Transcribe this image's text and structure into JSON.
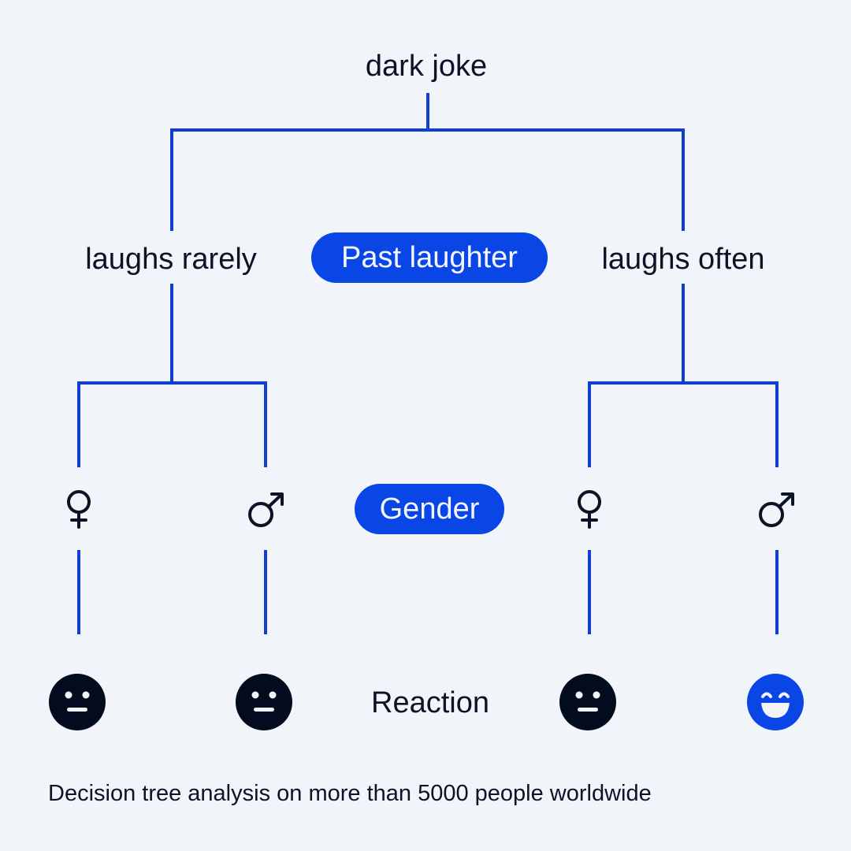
{
  "root": {
    "label": "dark joke"
  },
  "level1": {
    "feature": "Past laughter",
    "branches": [
      {
        "label": "laughs rarely"
      },
      {
        "label": "laughs often"
      }
    ]
  },
  "level2": {
    "feature": "Gender",
    "branches": [
      {
        "icon": "female-icon"
      },
      {
        "icon": "male-icon"
      },
      {
        "icon": "female-icon"
      },
      {
        "icon": "male-icon"
      }
    ]
  },
  "outcome": {
    "feature": "Reaction",
    "leaves": [
      {
        "icon": "neutral-face-icon",
        "color": "#030b1e"
      },
      {
        "icon": "neutral-face-icon",
        "color": "#030b1e"
      },
      {
        "icon": "neutral-face-icon",
        "color": "#030b1e"
      },
      {
        "icon": "laughing-face-icon",
        "color": "#0a46e6"
      }
    ]
  },
  "caption": "Decision tree analysis on more than 5000 people worldwide",
  "colors": {
    "background": "#f1f5fa",
    "line": "#0f3fd0",
    "pill": "#0a46e6",
    "text": "#0c1326"
  }
}
